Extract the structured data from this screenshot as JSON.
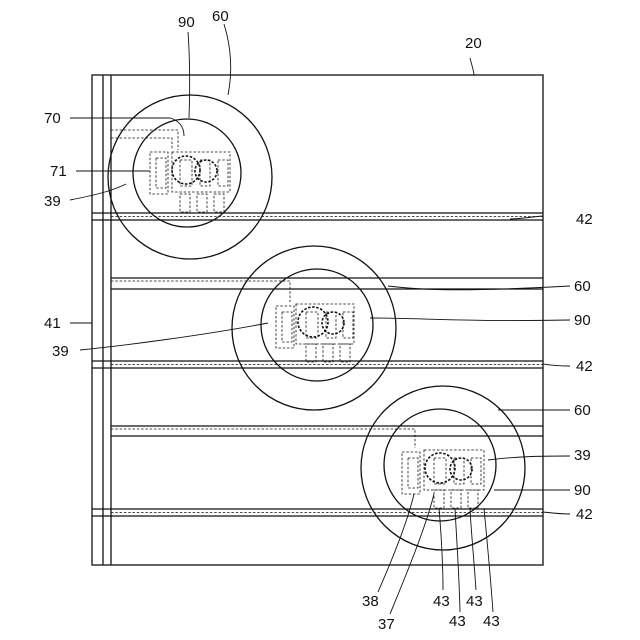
{
  "figure": {
    "labels": {
      "panel": "20",
      "substrate_line": "41",
      "top_90": "90",
      "top_60": "60",
      "top_70": "70",
      "top_71": "71",
      "top_39": "39",
      "row1_42": "42",
      "mid_60": "60",
      "mid_90": "90",
      "mid_39": "39",
      "row2_42": "42",
      "bot_60": "60",
      "bot_39": "39",
      "bot_90": "90",
      "row3_42": "42",
      "bot_38": "38",
      "bot_37": "37",
      "bot_43a": "43",
      "bot_43b": "43",
      "bot_43c": "43",
      "bot_43d": "43"
    }
  }
}
